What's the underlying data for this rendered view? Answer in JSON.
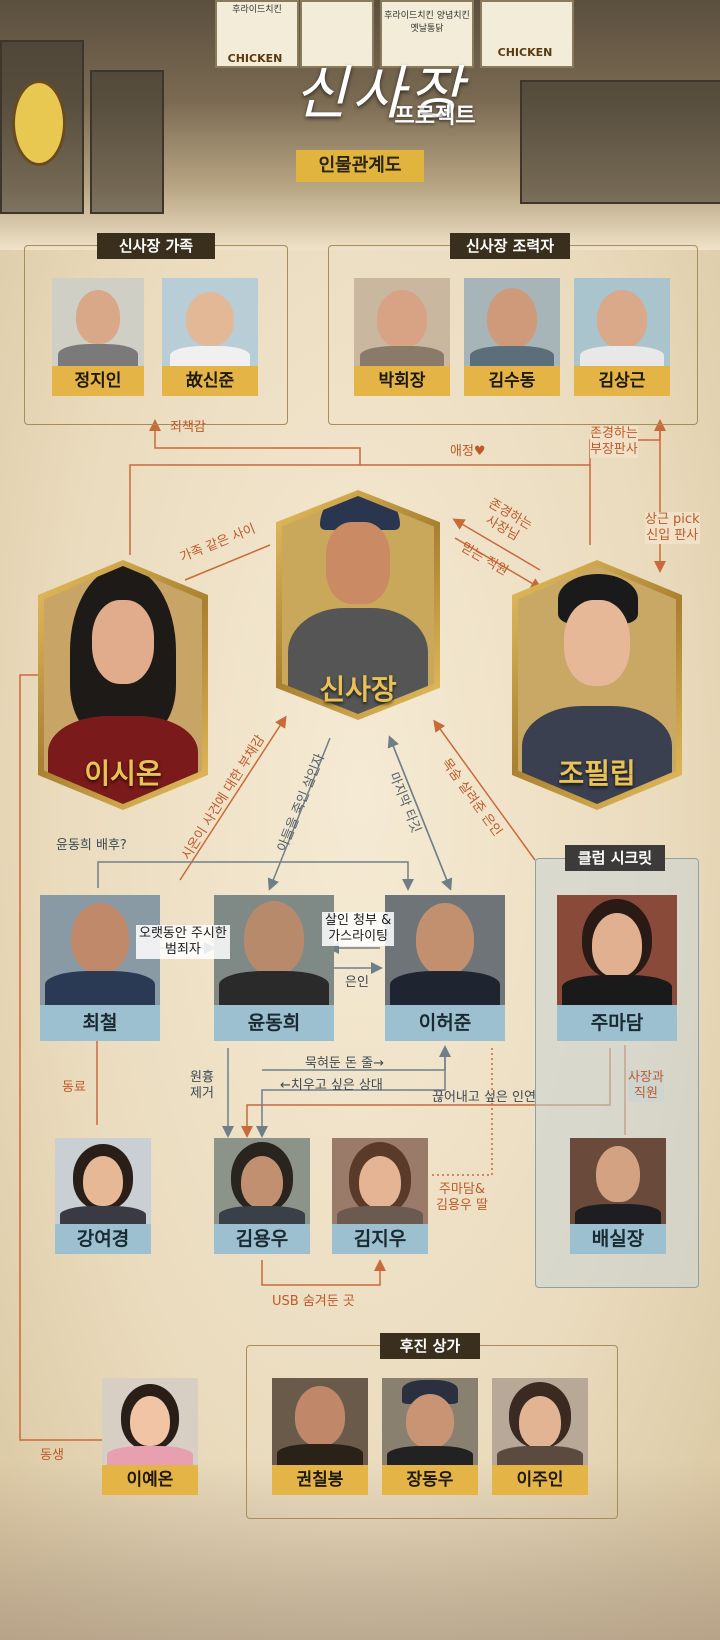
{
  "header": {
    "shop_sign_1": "후라이드치킨",
    "shop_sign_2": "후라이드치킨 양념치킨 옛날통닭",
    "shop_sign_3": "CHICKEN",
    "shop_sign_4": "CHICKEN",
    "title": "신사장",
    "subtitle_project": "프로젝트",
    "chart_title": "인물관계도"
  },
  "groups": {
    "family": "신사장 가족",
    "helpers": "신사장 조력자",
    "club": "클럽 시크릿",
    "back_alley": "후진 상가"
  },
  "characters": {
    "jung_jiin": "정지인",
    "shin_jun": "故신준",
    "park_hoejang": "박회장",
    "kim_sudong": "김수동",
    "kim_sanggeun": "김상근",
    "shin_sajang": "신사장",
    "lee_sion": "이시온",
    "jo_pillip": "조필립",
    "choi_cheol": "최철",
    "yoon_donghee": "윤동희",
    "lee_heojun": "이허준",
    "ju_madam": "주마담",
    "kang_yeogyeong": "강여경",
    "kim_yongwoo": "김용우",
    "kim_jiwoo": "김지우",
    "bae_siljang": "배실장",
    "lee_yeon": "이예온",
    "kwon_chilbong": "권칠봉",
    "jang_dongwoo": "장동우",
    "lee_juin": "이주인"
  },
  "relations": {
    "guilt": "죄책감",
    "affection": "애정♥",
    "respect_judge": "존경하는\n부장판사",
    "family_like": "가족 같은 사이",
    "respect_boss": "존경하는\n사장님",
    "trusted_staff": "믿는 직원",
    "sanggeun_pick": "상근 pick\n신입 판사",
    "guilt_sion_case": "시온이 사건에 대한 부채감",
    "son_killer": "아들을 죽인 살인자",
    "last_target": "마지막 타깃",
    "saved_life": "목숨 살려준 은인",
    "donghee_backer": "윤동희 배후?",
    "long_watched": "오랫동안 주시한\n범죄자",
    "contract_gaslighting": "살인 청부 &\n가스라이팅",
    "benefactor": "은인",
    "colleague": "동료",
    "culprit_removal": "원흉\n제거",
    "hidden_money": "묵혀둔 돈 줄→",
    "want_rid": "←치우고 싶은 상대",
    "cut_ties": "끊어내고 싶은 인연",
    "boss_staff": "사장과\n직원",
    "daughter_of": "주마담&\n김용우 딸",
    "usb_hidden": "USB 숨겨둔 곳",
    "sibling": "동생"
  },
  "colors": {
    "gold": "#e4b446",
    "blue_tag": "#9cc0cf",
    "orange_line": "#c86a3a",
    "gray_line": "#6f7f8a"
  }
}
